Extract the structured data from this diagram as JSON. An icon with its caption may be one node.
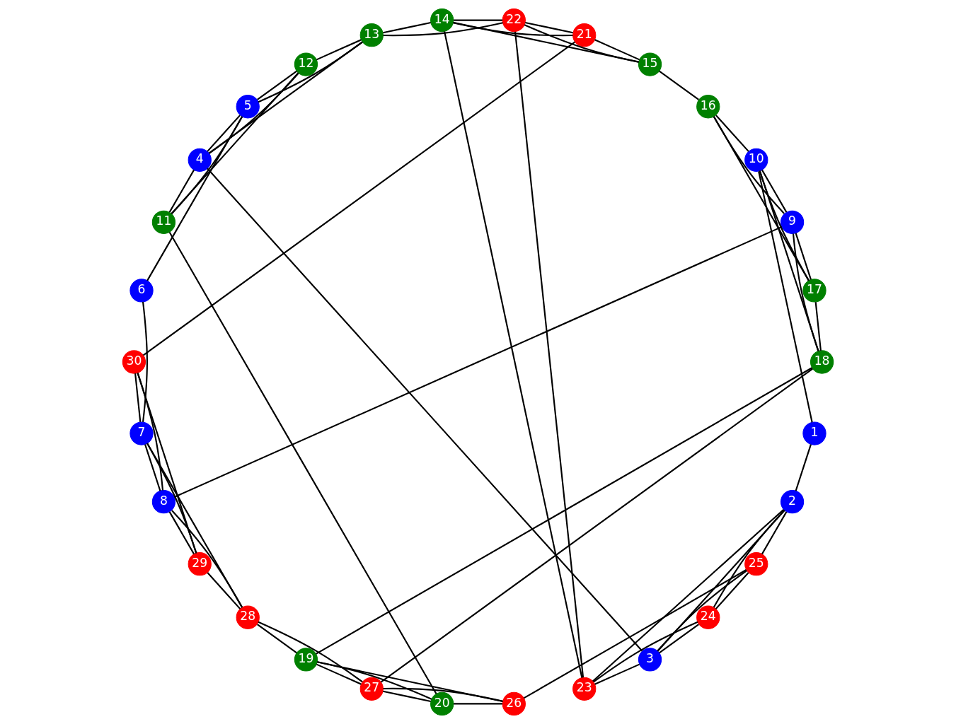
{
  "diagram": {
    "nodes": [
      {
        "text": [
          "1"
        ]
      },
      {
        "text": [
          "2"
        ]
      },
      {
        "text": [
          "3"
        ]
      },
      {
        "text": [
          "4"
        ]
      },
      {
        "text": [
          "5"
        ]
      },
      {
        "text": [
          "6"
        ]
      },
      {
        "text": [
          "7"
        ]
      },
      {
        "text": [
          "8"
        ]
      },
      {
        "text": [
          "9"
        ]
      },
      {
        "text": [
          "10"
        ]
      },
      {
        "text": [
          "11"
        ]
      },
      {
        "text": [
          "12"
        ]
      },
      {
        "text": [
          "13"
        ]
      },
      {
        "text": [
          "14"
        ]
      },
      {
        "text": [
          "15"
        ]
      },
      {
        "text": [
          "16"
        ]
      },
      {
        "text": [
          "17"
        ]
      },
      {
        "text": [
          "18"
        ]
      },
      {
        "text": [
          "19"
        ]
      },
      {
        "text": [
          "20"
        ]
      },
      {
        "text": [
          "21"
        ]
      },
      {
        "text": [
          "22"
        ]
      },
      {
        "text": [
          "23"
        ]
      },
      {
        "text": [
          "24"
        ]
      },
      {
        "text": [
          "25"
        ]
      },
      {
        "text": [
          "26"
        ]
      },
      {
        "text": [
          "27"
        ]
      },
      {
        "text": [
          "28"
        ]
      },
      {
        "text": [
          "29"
        ]
      },
      {
        "text": [
          "30"
        ]
      }
    ],
    "edges": [
      {
        "from": 0,
        "to": 1,
        "arrow": "none"
      },
      {
        "from": 1,
        "to": 2,
        "arrow": "none"
      },
      {
        "from": 2,
        "to": 3,
        "arrow": "none"
      },
      {
        "from": 3,
        "to": 4,
        "arrow": "none"
      },
      {
        "from": 4,
        "to": 5,
        "arrow": "none"
      },
      {
        "from": 5,
        "to": 6,
        "arrow": "none"
      },
      {
        "from": 6,
        "to": 7,
        "arrow": "none"
      },
      {
        "from": 7,
        "to": 8,
        "arrow": "none"
      },
      {
        "from": 8,
        "to": 9,
        "arrow": "none"
      },
      {
        "from": 10,
        "to": 11,
        "arrow": "none"
      },
      {
        "from": 11,
        "to": 12,
        "arrow": "none"
      },
      {
        "from": 12,
        "to": 13,
        "arrow": "none"
      },
      {
        "from": 13,
        "to": 14,
        "arrow": "none"
      },
      {
        "from": 14,
        "to": 15,
        "arrow": "none"
      },
      {
        "from": 15,
        "to": 16,
        "arrow": "none"
      },
      {
        "from": 16,
        "to": 17,
        "arrow": "none"
      },
      {
        "from": 17,
        "to": 18,
        "arrow": "none"
      },
      {
        "from": 18,
        "to": 19,
        "arrow": "none"
      },
      {
        "from": 20,
        "to": 21,
        "arrow": "none"
      },
      {
        "from": 21,
        "to": 22,
        "arrow": "none"
      },
      {
        "from": 22,
        "to": 23,
        "arrow": "none"
      },
      {
        "from": 23,
        "to": 24,
        "arrow": "none"
      },
      {
        "from": 24,
        "to": 25,
        "arrow": "none"
      },
      {
        "from": 25,
        "to": 26,
        "arrow": "none"
      },
      {
        "from": 26,
        "to": 27,
        "arrow": "none"
      },
      {
        "from": 27,
        "to": 28,
        "arrow": "none"
      },
      {
        "from": 28,
        "to": 29,
        "arrow": "none"
      },
      {
        "from": 9,
        "to": 0,
        "arrow": "none"
      },
      {
        "from": 9,
        "to": 15,
        "arrow": "none"
      },
      {
        "from": 9,
        "to": 16,
        "arrow": "none"
      },
      {
        "from": 9,
        "to": 17,
        "arrow": "none"
      },
      {
        "from": 8,
        "to": 15,
        "arrow": "none"
      },
      {
        "from": 8,
        "to": 16,
        "arrow": "none"
      },
      {
        "from": 8,
        "to": 17,
        "arrow": "none"
      },
      {
        "from": 10,
        "to": 4,
        "arrow": "none"
      },
      {
        "from": 10,
        "to": 3,
        "arrow": "none"
      },
      {
        "from": 10,
        "to": 19,
        "arrow": "none"
      },
      {
        "from": 11,
        "to": 4,
        "arrow": "none"
      },
      {
        "from": 11,
        "to": 3,
        "arrow": "none"
      },
      {
        "from": 12,
        "to": 4,
        "arrow": "none"
      },
      {
        "from": 12,
        "to": 3,
        "arrow": "none"
      },
      {
        "from": 12,
        "to": 21,
        "arrow": "none"
      },
      {
        "from": 13,
        "to": 20,
        "arrow": "none"
      },
      {
        "from": 13,
        "to": 21,
        "arrow": "none"
      },
      {
        "from": 13,
        "to": 22,
        "arrow": "none"
      },
      {
        "from": 14,
        "to": 20,
        "arrow": "none"
      },
      {
        "from": 14,
        "to": 21,
        "arrow": "none"
      },
      {
        "from": 7,
        "to": 27,
        "arrow": "none"
      },
      {
        "from": 7,
        "to": 28,
        "arrow": "none"
      },
      {
        "from": 7,
        "to": 29,
        "arrow": "none"
      },
      {
        "from": 6,
        "to": 27,
        "arrow": "none"
      },
      {
        "from": 6,
        "to": 28,
        "arrow": "none"
      },
      {
        "from": 6,
        "to": 29,
        "arrow": "none"
      },
      {
        "from": 2,
        "to": 22,
        "arrow": "none"
      },
      {
        "from": 2,
        "to": 23,
        "arrow": "none"
      },
      {
        "from": 2,
        "to": 24,
        "arrow": "none"
      },
      {
        "from": 1,
        "to": 22,
        "arrow": "none"
      },
      {
        "from": 1,
        "to": 23,
        "arrow": "none"
      },
      {
        "from": 1,
        "to": 24,
        "arrow": "none"
      },
      {
        "from": 17,
        "to": 26,
        "arrow": "none"
      },
      {
        "from": 18,
        "to": 27,
        "arrow": "none"
      },
      {
        "from": 18,
        "to": 26,
        "arrow": "none"
      },
      {
        "from": 18,
        "to": 25,
        "arrow": "none"
      },
      {
        "from": 19,
        "to": 26,
        "arrow": "none"
      },
      {
        "from": 19,
        "to": 25,
        "arrow": "none"
      },
      {
        "from": 20,
        "to": 29,
        "arrow": "none"
      }
    ]
  }
}
